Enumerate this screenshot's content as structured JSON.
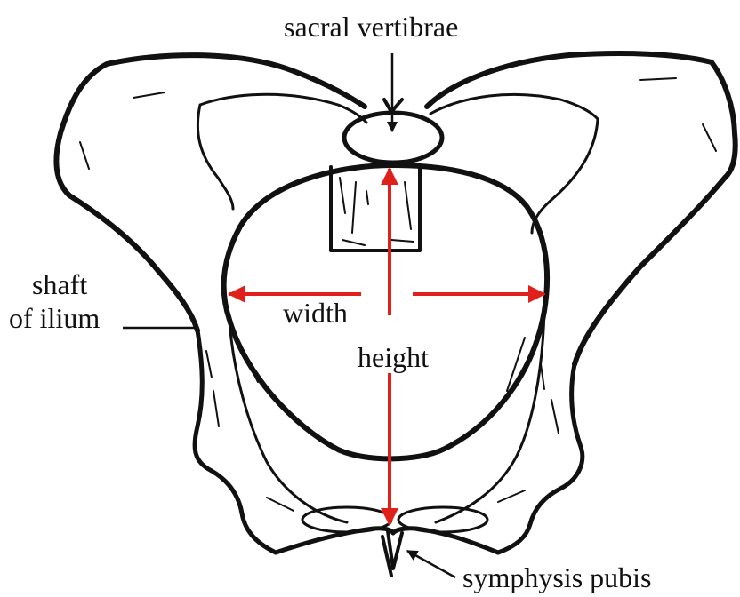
{
  "labels": {
    "sacral": "sacral vertibrae",
    "shaft_line1": "shaft",
    "shaft_line2": "of ilium",
    "width": "width",
    "height": "height",
    "symphysis": "symphysis pubis"
  },
  "colors": {
    "bone_outline": "#111111",
    "measure_arrow": "#e0201a",
    "background": "#ffffff"
  }
}
